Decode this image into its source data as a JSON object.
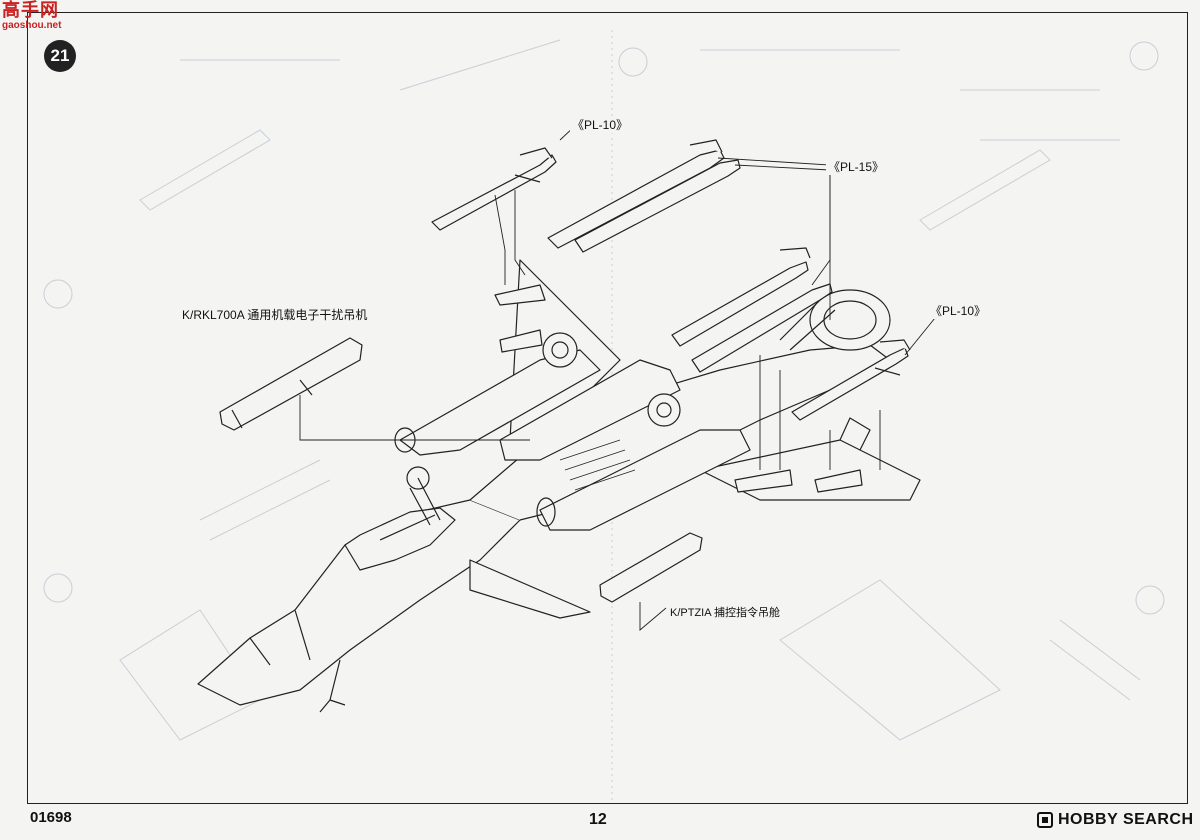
{
  "watermark": {
    "cn": "高手网",
    "url": "gaoshou.net"
  },
  "step": {
    "number": "21"
  },
  "callouts": {
    "pl10_top": "《PL-10》",
    "pl15": "《PL-15》",
    "pl10_right": "《PL-10》",
    "rkl700a": "K/RKL700A 通用机载电子干扰吊机",
    "ptzia": "K/PTZIA 捕控指令吊舱"
  },
  "footer": {
    "code": "01698",
    "page": "12",
    "brand": "HOBBY SEARCH"
  },
  "colors": {
    "ink": "#222222",
    "ghost": "#c9cfd6",
    "paper": "#f4f4f2",
    "watermark": "#c82222"
  }
}
